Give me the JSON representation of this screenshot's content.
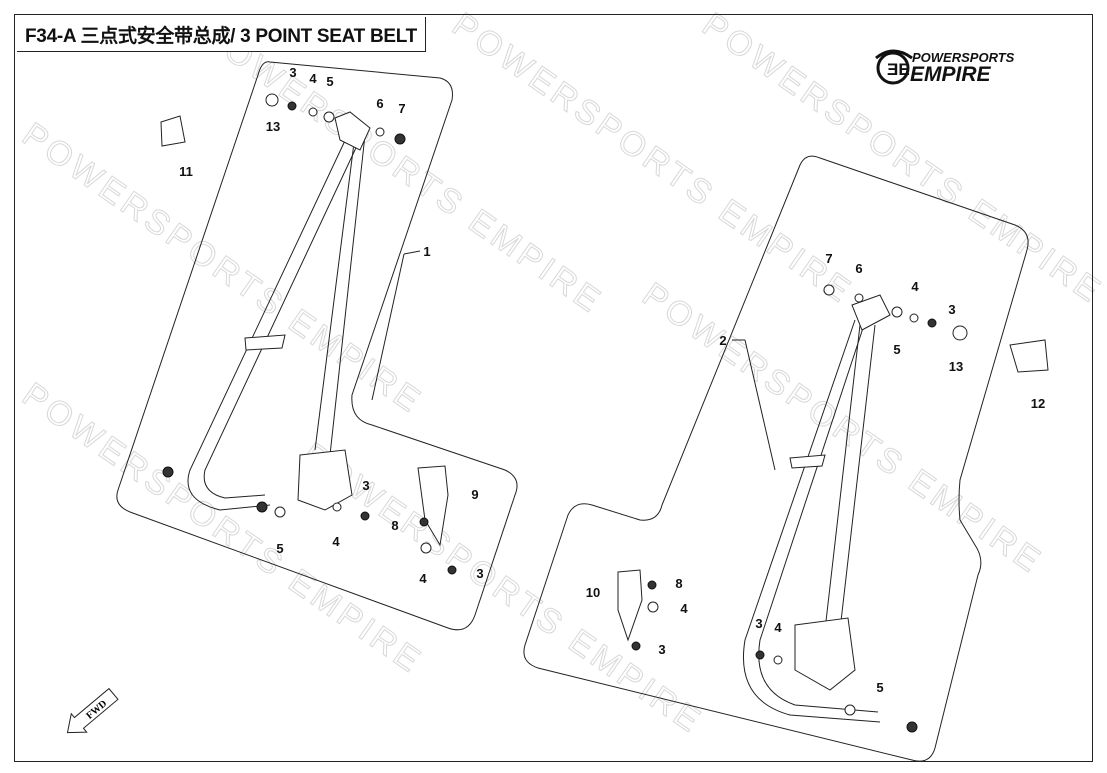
{
  "header": {
    "title": "F34-A 三点式安全带总成/ 3 POINT SEAT BELT"
  },
  "logo": {
    "line1": "POWERSPORTS",
    "line2": "EMPIRE"
  },
  "watermark": {
    "text": "POWERSPORTS EMPIRE"
  },
  "fwd_label": "FWD",
  "callouts": {
    "left": [
      "3",
      "4",
      "5",
      "6",
      "7",
      "13",
      "11",
      "1",
      "5",
      "4",
      "3",
      "9",
      "8",
      "4",
      "3"
    ],
    "right": [
      "7",
      "6",
      "4",
      "3",
      "5",
      "13",
      "2",
      "12",
      "10",
      "8",
      "4",
      "3",
      "3",
      "4",
      "5"
    ]
  }
}
